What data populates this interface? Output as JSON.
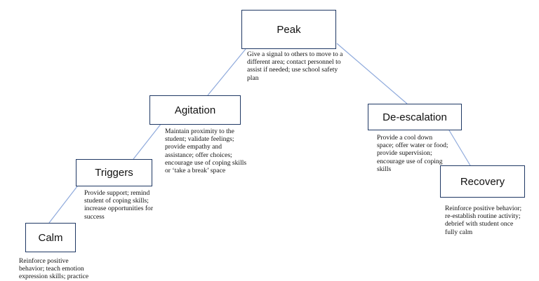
{
  "colors": {
    "box_border": "#1f3864",
    "connector": "#8faadc",
    "text": "#111111"
  },
  "stages": {
    "calm": {
      "title": "Calm",
      "lines": [
        "Reinforce positive",
        "behavior; teach emotion",
        "expression skills; practice"
      ]
    },
    "triggers": {
      "title": "Triggers",
      "lines": [
        "Provide support; remind",
        "student of coping skills;",
        "increase opportunities for",
        "success"
      ]
    },
    "agitation": {
      "title": "Agitation",
      "lines": [
        "Maintain proximity to the",
        "student; validate feelings;",
        "provide empathy and",
        "assistance; offer choices;",
        "encourage use of coping skills",
        "or ‘take a break’ space"
      ]
    },
    "peak": {
      "title": "Peak",
      "lines": [
        "Give a signal to others to move to a",
        "different area; contact personnel to",
        "assist if needed; use school safety",
        "plan"
      ]
    },
    "deescalation": {
      "title": "De-escalation",
      "lines": [
        "Provide a cool down",
        "space; offer water or food;",
        "provide supervision;",
        "encourage use of coping",
        "skills"
      ]
    },
    "recovery": {
      "title": "Recovery",
      "lines": [
        "Reinforce positive behavior;",
        "re-establish routine activity;",
        "debrief with student once",
        "fully calm"
      ]
    }
  }
}
